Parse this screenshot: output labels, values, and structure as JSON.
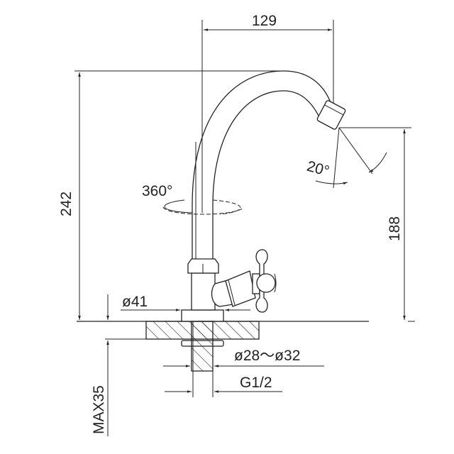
{
  "dimensions": {
    "spout_reach": "129",
    "total_height": "242",
    "spout_height": "188",
    "rotation": "360°",
    "spray_angle": "20°",
    "base_diameter": "ø41",
    "hole_diameter": "ø28～ø32",
    "thread": "G1/2",
    "max_thickness": "MAX35"
  },
  "colors": {
    "line": "#222222",
    "background": "#ffffff"
  }
}
